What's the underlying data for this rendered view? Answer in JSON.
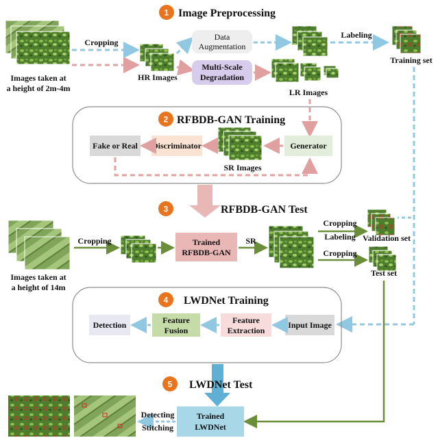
{
  "stages": [
    {
      "number": "1",
      "title": "Image Preprocessing"
    },
    {
      "number": "2",
      "title": "RFBDB-GAN Training"
    },
    {
      "number": "3",
      "title": "RFBDB-GAN Test"
    },
    {
      "number": "4",
      "title": "LWDNet Training"
    },
    {
      "number": "5",
      "title": "LWDNet Test"
    }
  ],
  "preprocessing": {
    "source_line1": "Images taken at",
    "source_line2": "a height of 2m-4m",
    "cropping": "Cropping",
    "hr_images": "HR Images",
    "data_aug_line1": "Data",
    "data_aug_line2": "Augmentation",
    "msd_line1": "Multi-Scale",
    "msd_line2": "Degradation",
    "lr_images": "LR Images",
    "labeling": "Labeling",
    "training_set": "Training set"
  },
  "gan_training": {
    "fake_or_real": "Fake or Real",
    "discriminator": "Discriminator",
    "sr_images": "SR Images",
    "generator": "Generator"
  },
  "gan_test": {
    "source_line1": "Images taken at",
    "source_line2": "a height of 14m",
    "cropping": "Cropping",
    "trained_line1": "Trained",
    "trained_line2": "RFBDB-GAN",
    "sr": "SR",
    "cropping_labeling_1": "Cropping",
    "cropping_labeling_2": "Labeling",
    "validation_set": "Validation set",
    "cropping_test": "Cropping",
    "test_set": "Test set"
  },
  "lwd_training": {
    "detection": "Detection",
    "fusion_line1": "Feature",
    "fusion_line2": "Fusion",
    "extraction_line1": "Feature",
    "extraction_line2": "Extraction",
    "input_image": "Input Image"
  },
  "lwd_test": {
    "detecting": "Detecting",
    "stitching": "Stitching",
    "trained_line1": "Trained",
    "trained_line2": "LWDNet"
  },
  "colors": {
    "badge": "#e8741e",
    "blue_arrow": "#8fc8e0",
    "pink_arrow": "#e0a0a0",
    "green_arrow": "#6b8e3a",
    "data_aug_box": "#eeeeee",
    "msd_box": "#d8ccec",
    "disc_box": "#fbe3d4",
    "gen_box": "#e2eedb",
    "fake_box": "#d9d9d9",
    "trained_gan_box": "#eab7b7",
    "fusion_box": "#c5dca8",
    "extraction_box": "#f8dcdc",
    "detection_box": "#e8e8f2",
    "input_box": "#d9d9d9",
    "trained_lwd_box": "#a8d8e8"
  }
}
